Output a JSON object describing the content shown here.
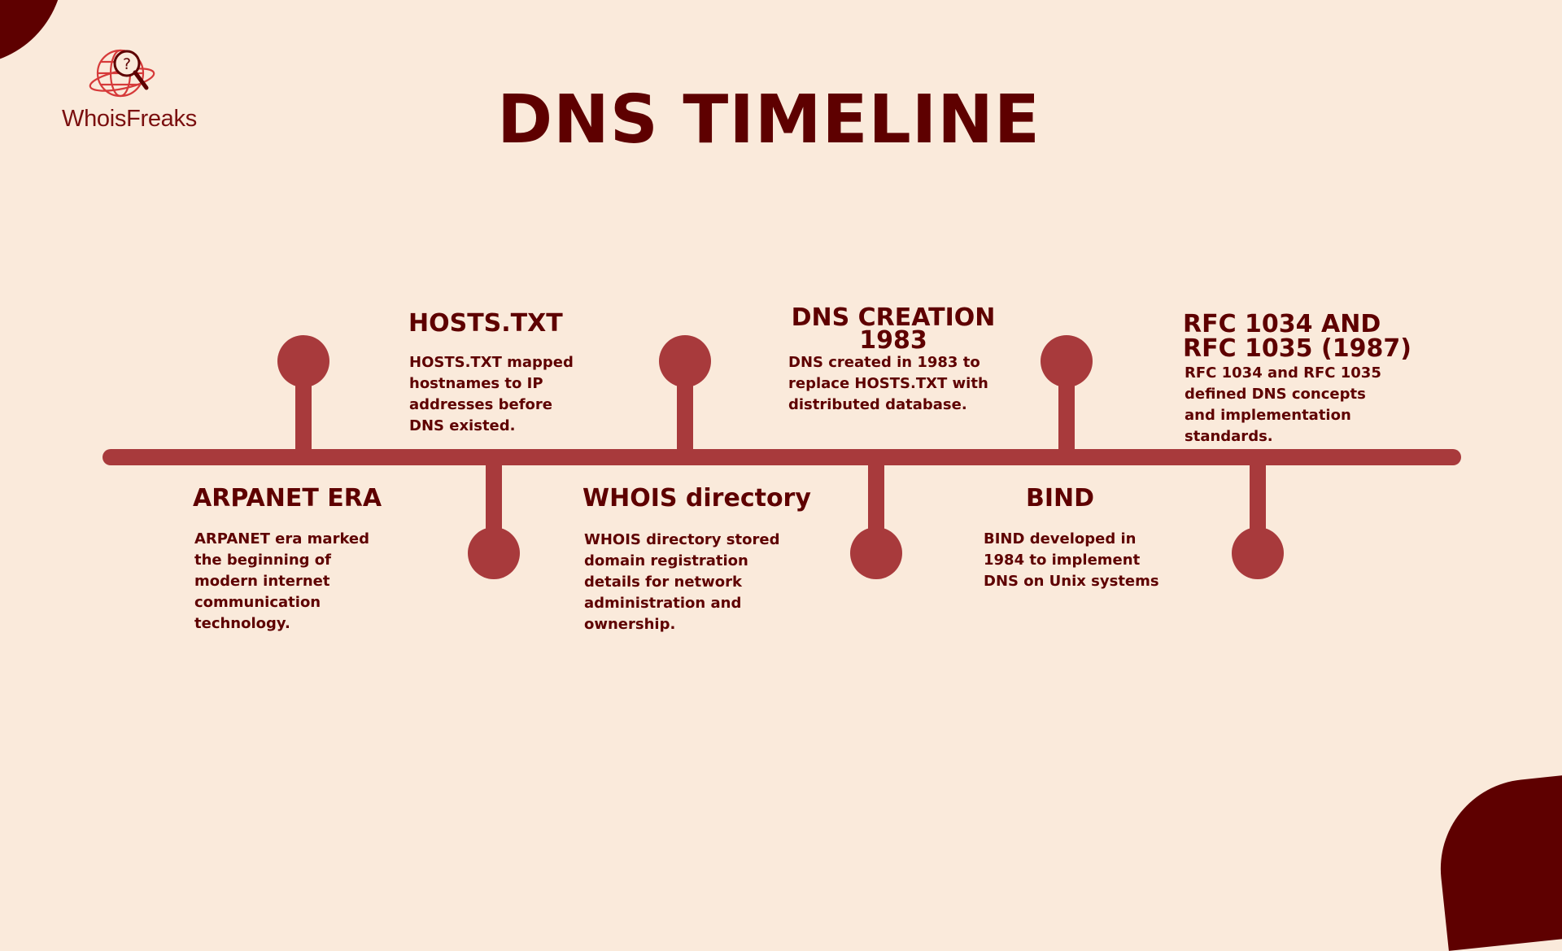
{
  "brand": {
    "name": "WhoisFreaks",
    "logo_icon": "globe-question-magnifier-icon",
    "primary_color": "#5e0000",
    "accent_color": "#a83a3c",
    "background_color": "#faeadb"
  },
  "title": "DNS TIMELINE",
  "events": [
    {
      "title": "ARPANET ERA",
      "description": "ARPANET era marked the beginning of modern internet communication technology.",
      "side": "below"
    },
    {
      "title": "HOSTS.TXT",
      "description": "HOSTS.TXT mapped hostnames to IP addresses before DNS existed.",
      "side": "above"
    },
    {
      "title": "WHOIS directory",
      "description": "WHOIS directory stored domain registration details for network administration and ownership.",
      "side": "below"
    },
    {
      "title": "DNS CREATION 1983",
      "description": "DNS created in 1983 to replace HOSTS.TXT with distributed database.",
      "side": "above"
    },
    {
      "title": "BIND",
      "description": "BIND developed in 1984 to implement DNS on Unix systems",
      "side": "below"
    },
    {
      "title": "RFC 1034 AND RFC 1035 (1987)",
      "description": "RFC 1034 and RFC 1035 defined DNS concepts and implementation standards.",
      "side": "above"
    }
  ]
}
